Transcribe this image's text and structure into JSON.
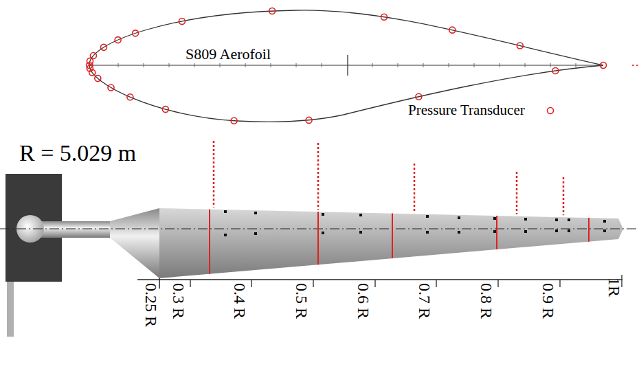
{
  "diagram": {
    "labels": [
      "S809 Aerofoil",
      "R = 5.029 m",
      "0.25 R",
      "0.3 R",
      "0.4 R",
      "0.5 R",
      "0.6 R",
      "0.7 R",
      "0.8 R",
      "0.9 R",
      "1R"
    ],
    "legend": [
      {
        "text": "Pressure Transducer"
      }
    ]
  }
}
